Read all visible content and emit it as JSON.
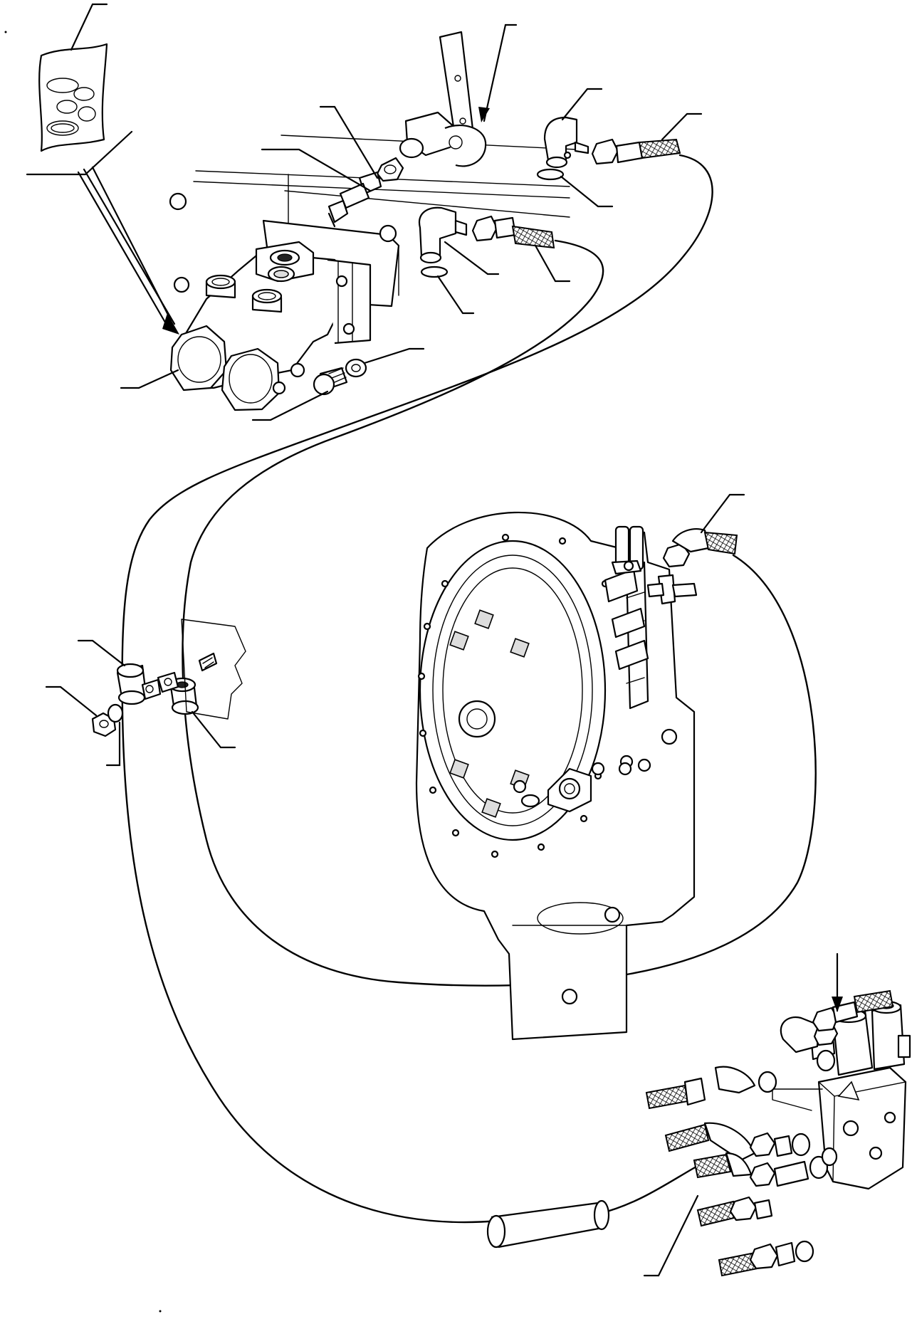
{
  "diagram": {
    "kind": "exploded-parts-view",
    "callout_numbers_printed": false,
    "components": [
      "seal-kit",
      "hydraulic-pump",
      "pump-mounting-bracket",
      "straight-fitting",
      "elbow-fitting-upper",
      "elbow-fitting-lower",
      "hose-end-upper",
      "hose-end-lower",
      "o-ring-upper",
      "o-ring-lower",
      "mounting-bolt",
      "washer",
      "hose-clamp-left",
      "hose-clamp-right",
      "clamp-nut",
      "transmission-housing",
      "transmission-hose-fitting",
      "tee-fitting",
      "control-valve-block",
      "solenoid-valve",
      "valve-fittings",
      "protective-sleeve"
    ]
  }
}
